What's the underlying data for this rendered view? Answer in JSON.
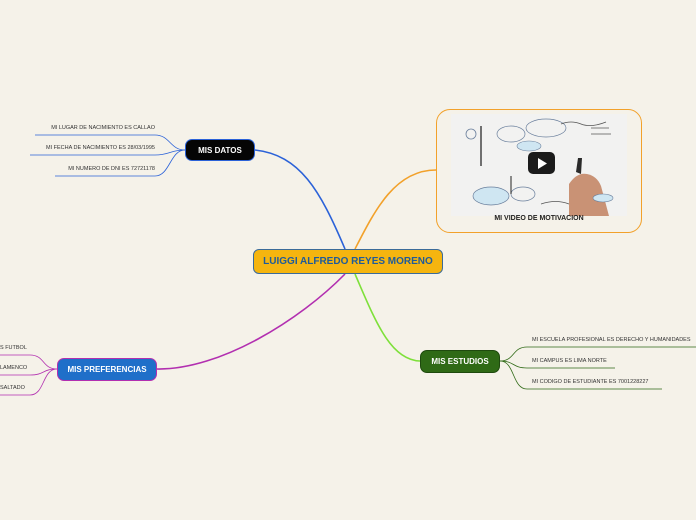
{
  "central": {
    "label": "LUIGGI ALFREDO REYES MORENO"
  },
  "mis_datos": {
    "label": "MIS DATOS",
    "items": [
      "MI LUGAR DE NACIMIENTO ES CALLAO",
      "MI FECHA DE NACIMIENTO ES 28/03/1995",
      "MI NUMERO DE DNI ES 72721178"
    ]
  },
  "mis_preferencias": {
    "label": "MIS PREFERENCIAS",
    "items": [
      "S FUTBOL",
      "LAMENCO",
      "SALTADO"
    ]
  },
  "mis_estudios": {
    "label": "MIS ESTUDIOS",
    "items": [
      "MI ESCUELA PROFESIONAL ES DERECHO Y HUMANIDADES",
      "MI CAMPUS ES LIMA NORTE",
      "MI CODIGO DE ESTUDIANTE ES 7001228227"
    ]
  },
  "video": {
    "label": "MI VIDEO DE MOTIVACION",
    "play_icon": "play-icon"
  },
  "colors": {
    "background": "#f5f2e9",
    "central": "#f5b50f",
    "datos_branch": "#2b62d8",
    "video_branch": "#f2a12a",
    "estudios_branch": "#7ee03a",
    "preferencias_branch": "#b22fb0"
  }
}
